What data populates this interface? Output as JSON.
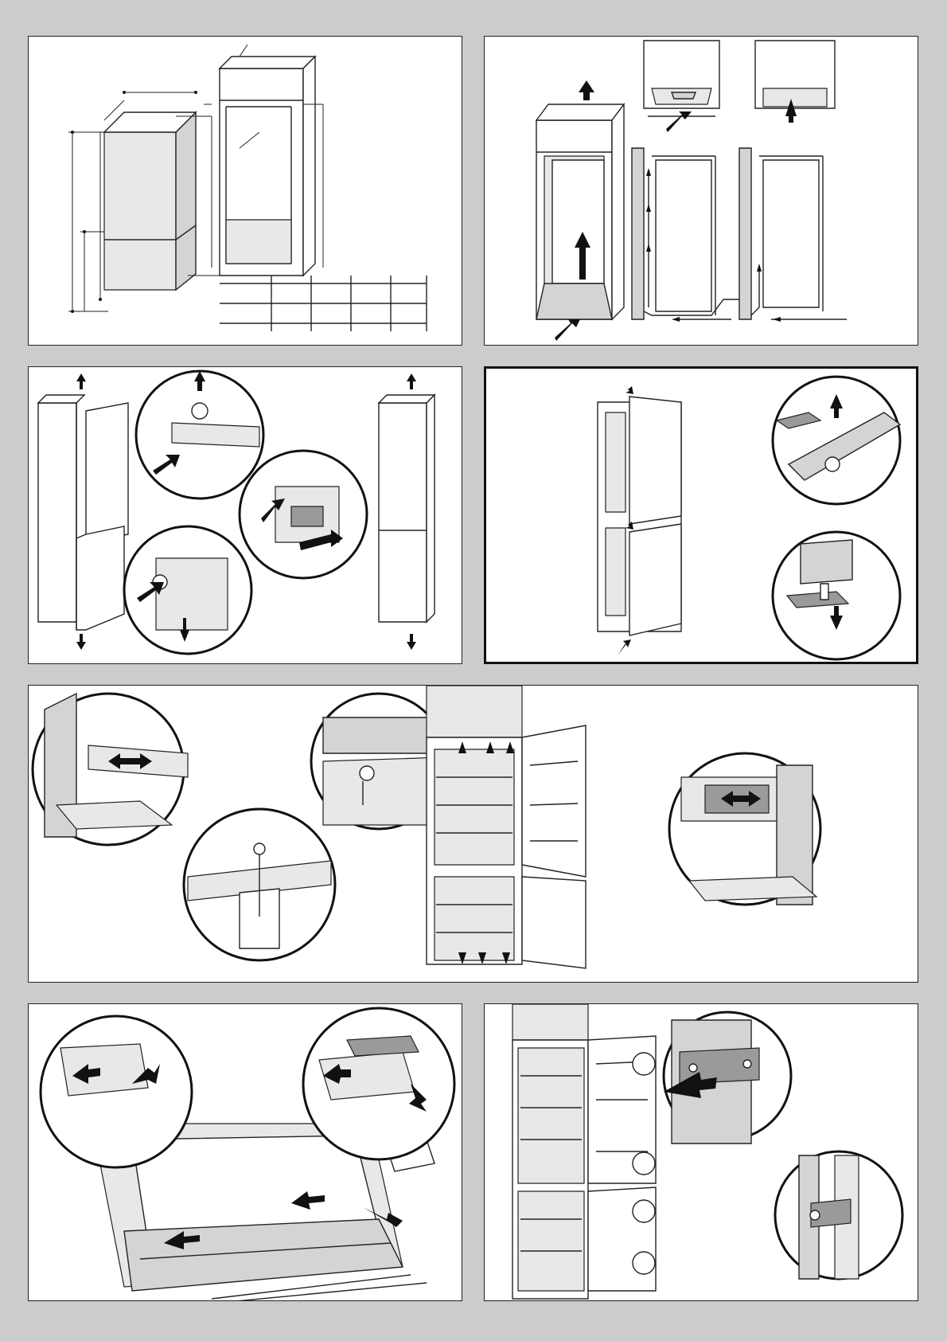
{
  "page": {
    "background": "#cccccc",
    "panel_background": "#ffffff",
    "ink": "#222222"
  },
  "panels": [
    {
      "id": 1,
      "subject": "niche-dimensions-diagram",
      "table": {
        "rows": 2,
        "columns": 5
      }
    },
    {
      "id": 2,
      "subject": "ventilation-airflow-diagram"
    },
    {
      "id": 3,
      "subject": "door-hinge-reversal"
    },
    {
      "id": 4,
      "subject": "door-caps-swap"
    },
    {
      "id": 5,
      "subject": "cabinet-fixing-brackets"
    },
    {
      "id": 6,
      "subject": "plinth-vent-grille"
    },
    {
      "id": 7,
      "subject": "furniture-door-fixing"
    }
  ]
}
